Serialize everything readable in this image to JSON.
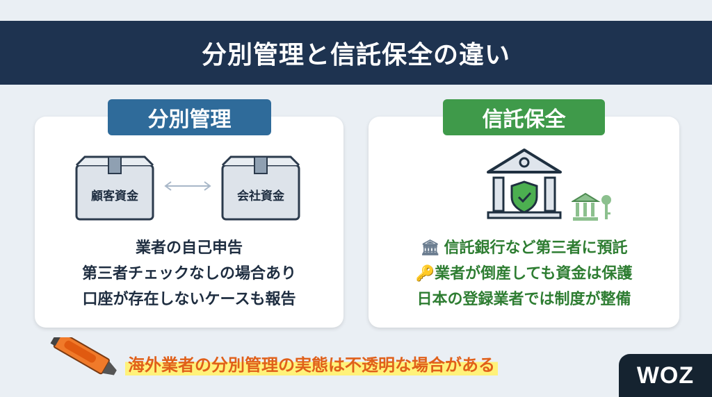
{
  "title": "分別管理と信託保全の違い",
  "left": {
    "badge": "分別管理",
    "box1": "顧客資金",
    "box2": "会社資金",
    "lines": [
      "業者の自己申告",
      "第三者チェックなしの場合あり",
      "口座が存在しないケースも報告"
    ],
    "color": "#2f6b9a"
  },
  "right": {
    "badge": "信託保全",
    "lines": [
      "信託銀行など第三者に預託",
      "業者が倒産しても資金は保護",
      "日本の登録業者では制度が整備"
    ],
    "color": "#3f9a4a"
  },
  "note": "海外業者の分別管理の実態は不透明な場合がある",
  "brand": "WOZ"
}
